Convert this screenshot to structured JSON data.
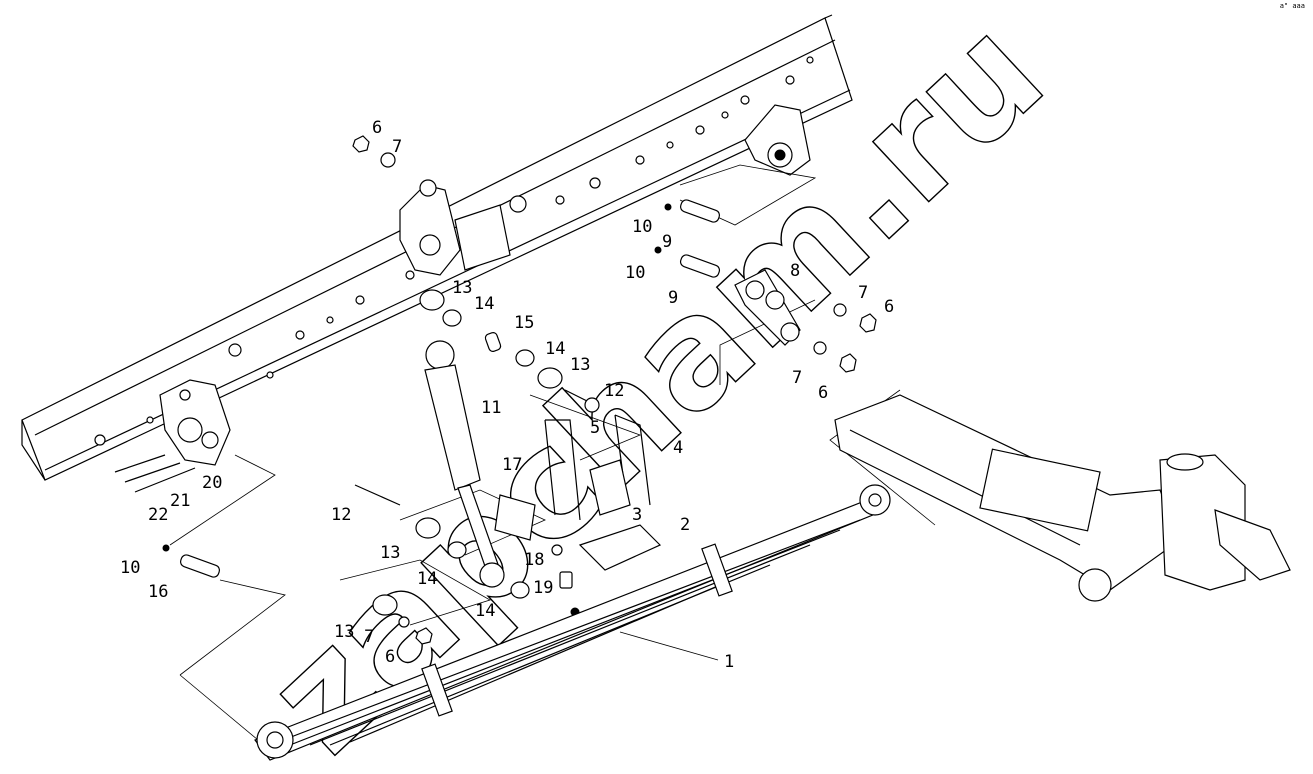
{
  "corner_mark": "a\" aaa",
  "watermark": "zapcham.ru",
  "callouts": [
    {
      "id": "c6a",
      "text": "6"
    },
    {
      "id": "c7a",
      "text": "7"
    },
    {
      "id": "c10a",
      "text": "10"
    },
    {
      "id": "c9a",
      "text": "9"
    },
    {
      "id": "c10b",
      "text": "10"
    },
    {
      "id": "c9b",
      "text": "9"
    },
    {
      "id": "c8",
      "text": "8"
    },
    {
      "id": "c7b",
      "text": "7"
    },
    {
      "id": "c6b",
      "text": "6"
    },
    {
      "id": "c7c",
      "text": "7"
    },
    {
      "id": "c6c",
      "text": "6"
    },
    {
      "id": "c13a",
      "text": "13"
    },
    {
      "id": "c14a",
      "text": "14"
    },
    {
      "id": "c15",
      "text": "15"
    },
    {
      "id": "c14b",
      "text": "14"
    },
    {
      "id": "c13b",
      "text": "13"
    },
    {
      "id": "c12a",
      "text": "12"
    },
    {
      "id": "c11",
      "text": "11"
    },
    {
      "id": "c5",
      "text": "5"
    },
    {
      "id": "c4",
      "text": "4"
    },
    {
      "id": "c17",
      "text": "17"
    },
    {
      "id": "c3",
      "text": "3"
    },
    {
      "id": "c2",
      "text": "2"
    },
    {
      "id": "c12b",
      "text": "12"
    },
    {
      "id": "c13c",
      "text": "13"
    },
    {
      "id": "c14c",
      "text": "14"
    },
    {
      "id": "c18",
      "text": "18"
    },
    {
      "id": "c19",
      "text": "19"
    },
    {
      "id": "c14d",
      "text": "14"
    },
    {
      "id": "c10c",
      "text": "10"
    },
    {
      "id": "c16",
      "text": "16"
    },
    {
      "id": "c13d",
      "text": "13"
    },
    {
      "id": "c7d",
      "text": "7"
    },
    {
      "id": "c6d",
      "text": "6"
    },
    {
      "id": "c1",
      "text": "1"
    },
    {
      "id": "c20",
      "text": "20"
    },
    {
      "id": "c21",
      "text": "21"
    },
    {
      "id": "c22",
      "text": "22"
    }
  ]
}
